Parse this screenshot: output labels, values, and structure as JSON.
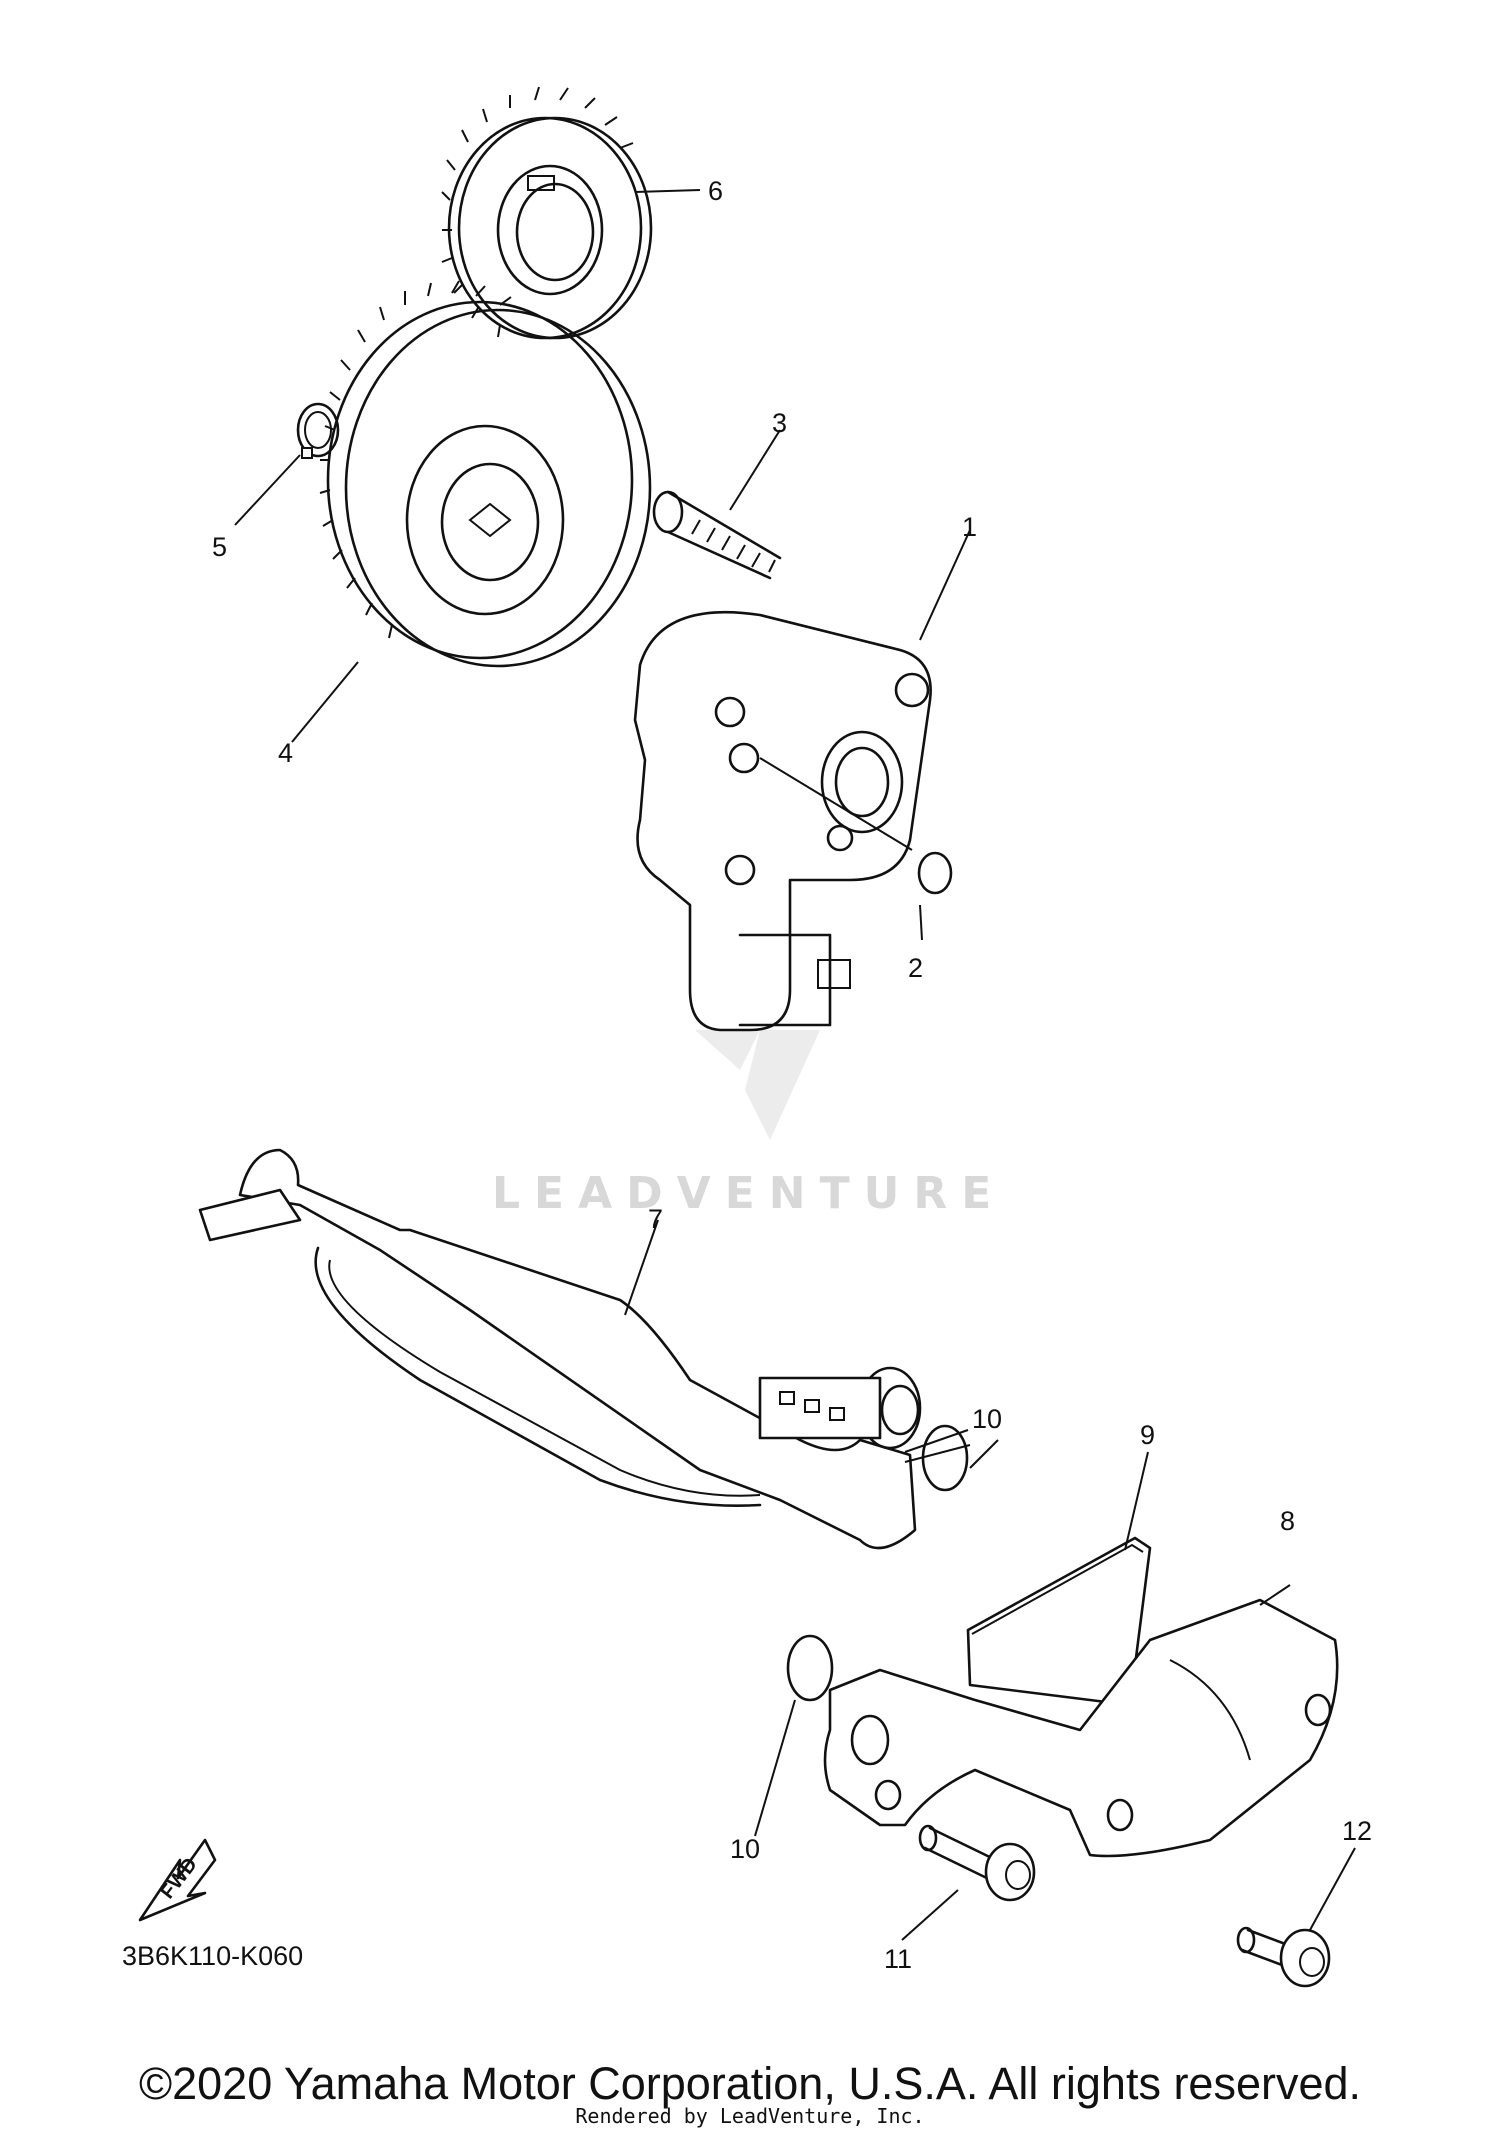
{
  "diagram": {
    "part_code": "3B6K110-K060",
    "fwd_label": "FWD",
    "watermark": "LEADVENTURE",
    "callouts": [
      "1",
      "2",
      "3",
      "4",
      "5",
      "6",
      "7",
      "8",
      "9",
      "10",
      "10",
      "11",
      "12"
    ]
  },
  "footer": {
    "copyright": "©2020 Yamaha Motor Corporation, U.S.A. All rights reserved.",
    "rendered_by": "Rendered by LeadVenture, Inc."
  }
}
